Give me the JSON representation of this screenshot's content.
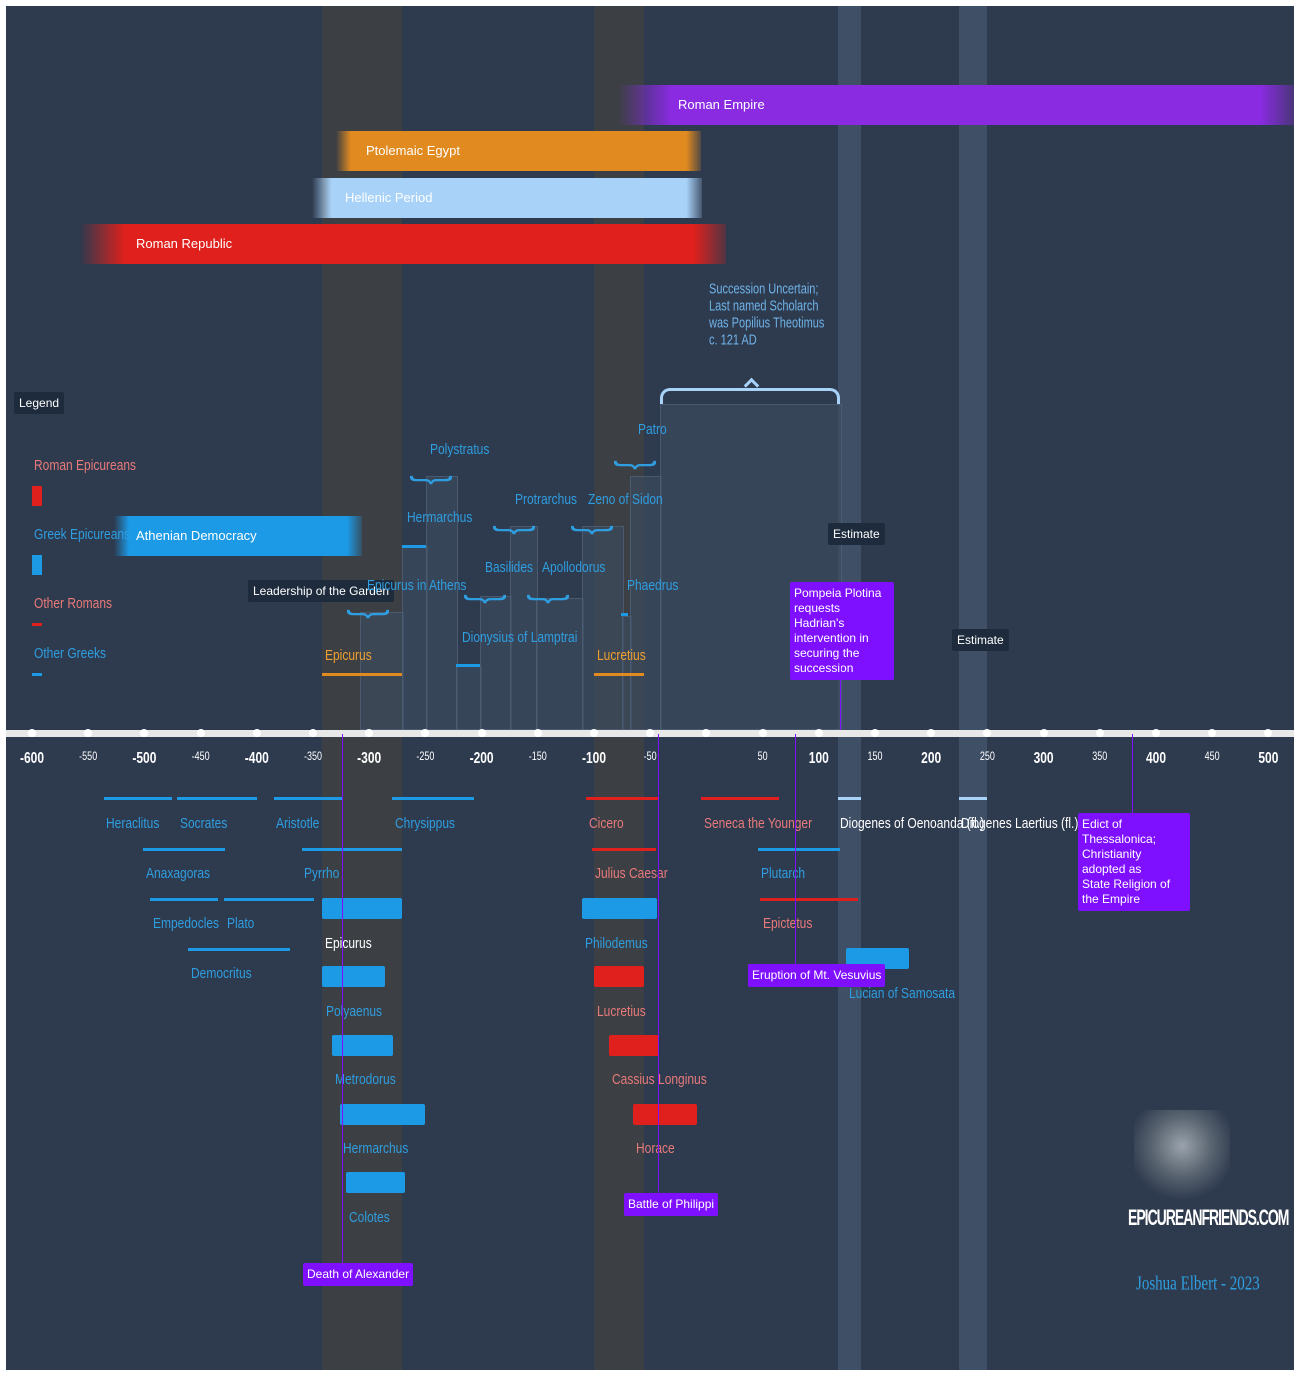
{
  "colors": {
    "background": "#2e3a4e",
    "roman_epicurean": "#e0201c",
    "greek_epicurean": "#1c9ae6",
    "roman_empire": "#8a2be2",
    "ptolemaic": "#e08a20",
    "hellenic": "#a8d2f8",
    "purple_event": "#7f10ff"
  },
  "eras": {
    "roman_empire": "Roman Empire",
    "ptolemaic_egypt": "Ptolemaic Egypt",
    "hellenic_period": "Hellenic Period",
    "roman_republic": "Roman Republic",
    "athenian_democracy": "Athenian Democracy"
  },
  "legend": {
    "title": "Legend",
    "roman_epicureans": "Roman Epicureans",
    "greek_epicureans": "Greek Epicureans",
    "other_romans": "Other Romans",
    "other_greeks": "Other Greeks"
  },
  "garden": {
    "leadership": "Leadership of the Garden",
    "epicurus_in_athens": "Epicurus in Athens",
    "epicurus": "Epicurus",
    "hermarchus": "Hermarchus",
    "polystratus": "Polystratus",
    "dionysius": "Dionysius of Lamptrai",
    "basilides": "Basilides",
    "protrarchus": "Protrarchus",
    "apollodorus": "Apollodorus",
    "zeno": "Zeno of Sidon",
    "phaedrus": "Phaedrus",
    "patro": "Patro",
    "lucretius": "Lucretius",
    "succession_note": [
      "Succession Uncertain;",
      "Last named Scholarch",
      "was Popilius Theotimus",
      "c. 121 AD"
    ],
    "estimate1": "Estimate",
    "estimate2": "Estimate"
  },
  "axis": {
    "major": [
      "-600",
      "-500",
      "-400",
      "-300",
      "-200",
      "-100",
      "100",
      "200",
      "300",
      "400",
      "500"
    ],
    "minor": [
      "-550",
      "-450",
      "-350",
      "-250",
      "-150",
      "-50",
      "50",
      "150",
      "250",
      "350",
      "450"
    ]
  },
  "people": {
    "heraclitus": "Heraclitus",
    "socrates": "Socrates",
    "aristotle": "Aristotle",
    "chrysippus": "Chrysippus",
    "anaxagoras": "Anaxagoras",
    "pyrrho": "Pyrrho",
    "empedocles": "Empedocles",
    "plato": "Plato",
    "democritus": "Democritus",
    "epicurus": "Epicurus",
    "polyaenus": "Polyaenus",
    "metrodorus": "Metrodorus",
    "hermarchus": "Hermarchus",
    "colotes": "Colotes",
    "cicero": "Cicero",
    "julius_caesar": "Julius Caesar",
    "philodemus": "Philodemus",
    "lucretius": "Lucretius",
    "cassius": "Cassius Longinus",
    "horace": "Horace",
    "seneca": "Seneca the Younger",
    "plutarch": "Plutarch",
    "epictetus": "Epictetus",
    "lucian": "Lucian of Samosata",
    "diogenes_oenoanda": "Diogenes of Oenoanda (fl.)",
    "diogenes_laertius": "Diogenes Laertius (fl.)"
  },
  "events": {
    "alexander": "Death of Alexander",
    "philippi": "Battle of Philippi",
    "vesuvius": "Eruption of Mt. Vesuvius",
    "plotina": [
      "Pompeia Plotina requests",
      "Hadrian's intervention in",
      "securing the succession"
    ],
    "thessalonica": [
      "Edict of Thessalonica;",
      "Christianity adopted as",
      "State Religion of the Empire"
    ]
  },
  "credits": {
    "logo_text": "EPICUREANFRIENDS.COM",
    "author": "Joshua Elbert - 2023"
  }
}
